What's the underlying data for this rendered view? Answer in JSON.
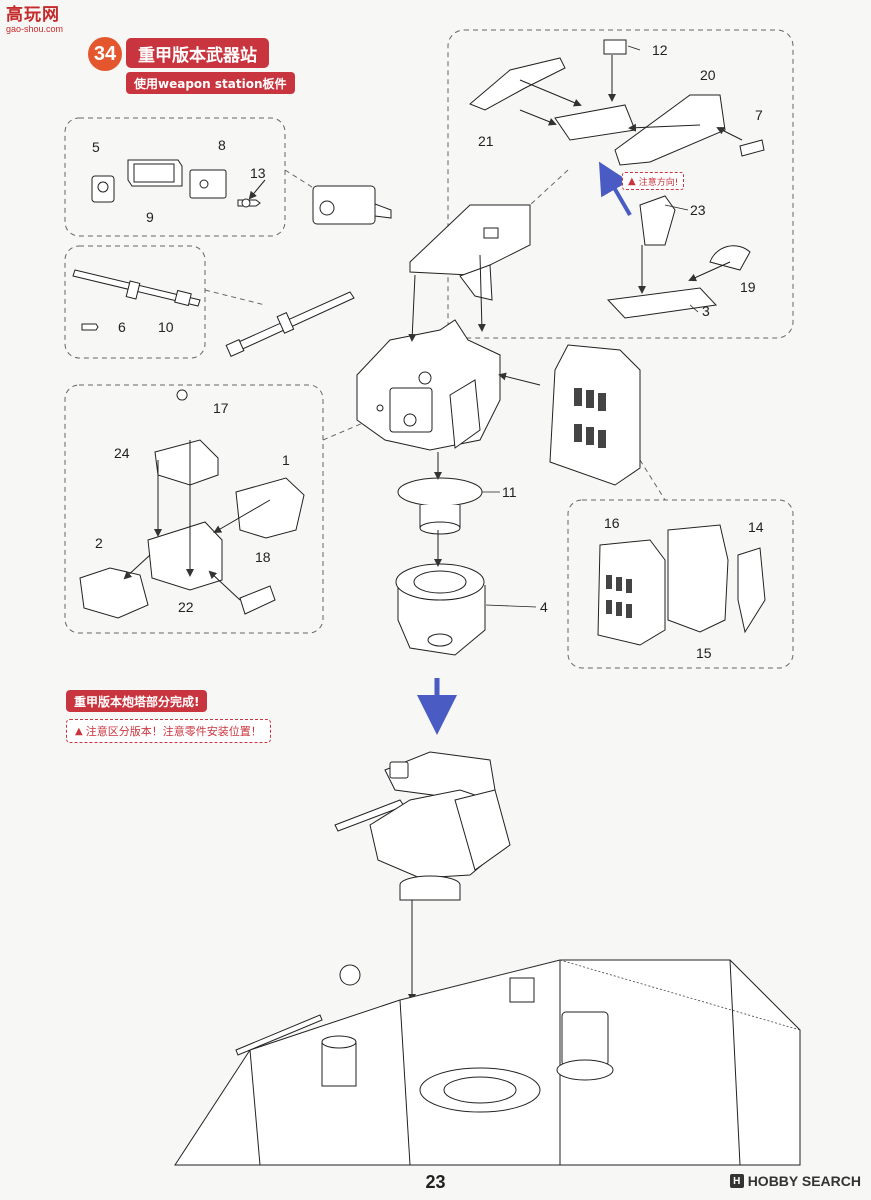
{
  "watermark": {
    "title": "高玩网",
    "url": "gao-shou.com"
  },
  "step": {
    "number": "34",
    "title": "重甲版本武器站",
    "subtitle": "使用weapon station板件"
  },
  "parts": {
    "p1": "1",
    "p2": "2",
    "p3": "3",
    "p4": "4",
    "p5": "5",
    "p6": "6",
    "p7": "7",
    "p8": "8",
    "p9": "9",
    "p10": "10",
    "p11": "11",
    "p12": "12",
    "p13": "13",
    "p14": "14",
    "p15": "15",
    "p16": "16",
    "p17": "17",
    "p18": "18",
    "p19": "19",
    "p20": "20",
    "p21": "21",
    "p22": "22",
    "p23": "23",
    "p24": "24"
  },
  "direction_note": "注意方向!",
  "completion": "重甲版本炮塔部分完成!",
  "warning": "注意区分版本！注意零件安装位置！",
  "page_number": "23",
  "brand": {
    "icon": "H",
    "name": "HOBBY SEARCH"
  },
  "colors": {
    "accent": "#c9353f",
    "badge": "#e4572e",
    "arrow": "#4a5bc4"
  }
}
